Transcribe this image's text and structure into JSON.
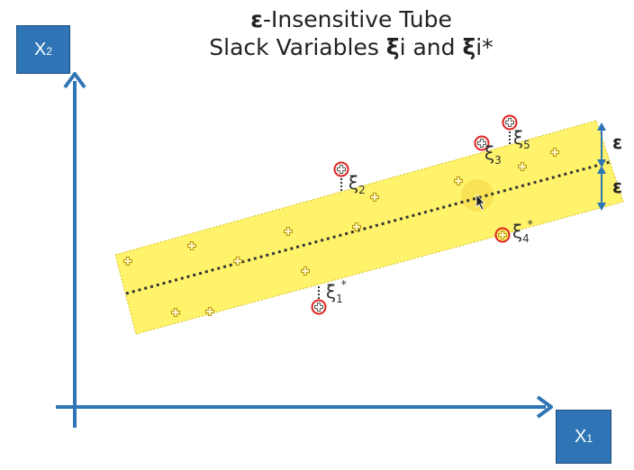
{
  "title": {
    "line1_symbol": "ε",
    "line1_text": "-Insensitive Tube",
    "line2_prefix": "Slack Variables ",
    "line2_xi1": "ξ",
    "line2_mid": "i and ",
    "line2_xi2": "ξ",
    "line2_suffix": "i*"
  },
  "axes": {
    "y_label": "X",
    "y_sub": "2",
    "x_label": "X",
    "x_sub": "1"
  },
  "epsilon": {
    "upper": "ε",
    "lower": "ε"
  },
  "slack_labels": [
    {
      "base": "ξ",
      "sub": "1",
      "sup": "*"
    },
    {
      "base": "ξ",
      "sub": "2",
      "sup": ""
    },
    {
      "base": "ξ",
      "sub": "3",
      "sup": ""
    },
    {
      "base": "ξ",
      "sub": "4",
      "sup": "*"
    },
    {
      "base": "ξ",
      "sub": "5",
      "sup": ""
    }
  ],
  "colors": {
    "axis": "#2f74b5",
    "tube_fill": "#fff36b",
    "point_inside": "#c8a800",
    "outlier_ring": "#e02020",
    "regression_line": "#333333"
  }
}
